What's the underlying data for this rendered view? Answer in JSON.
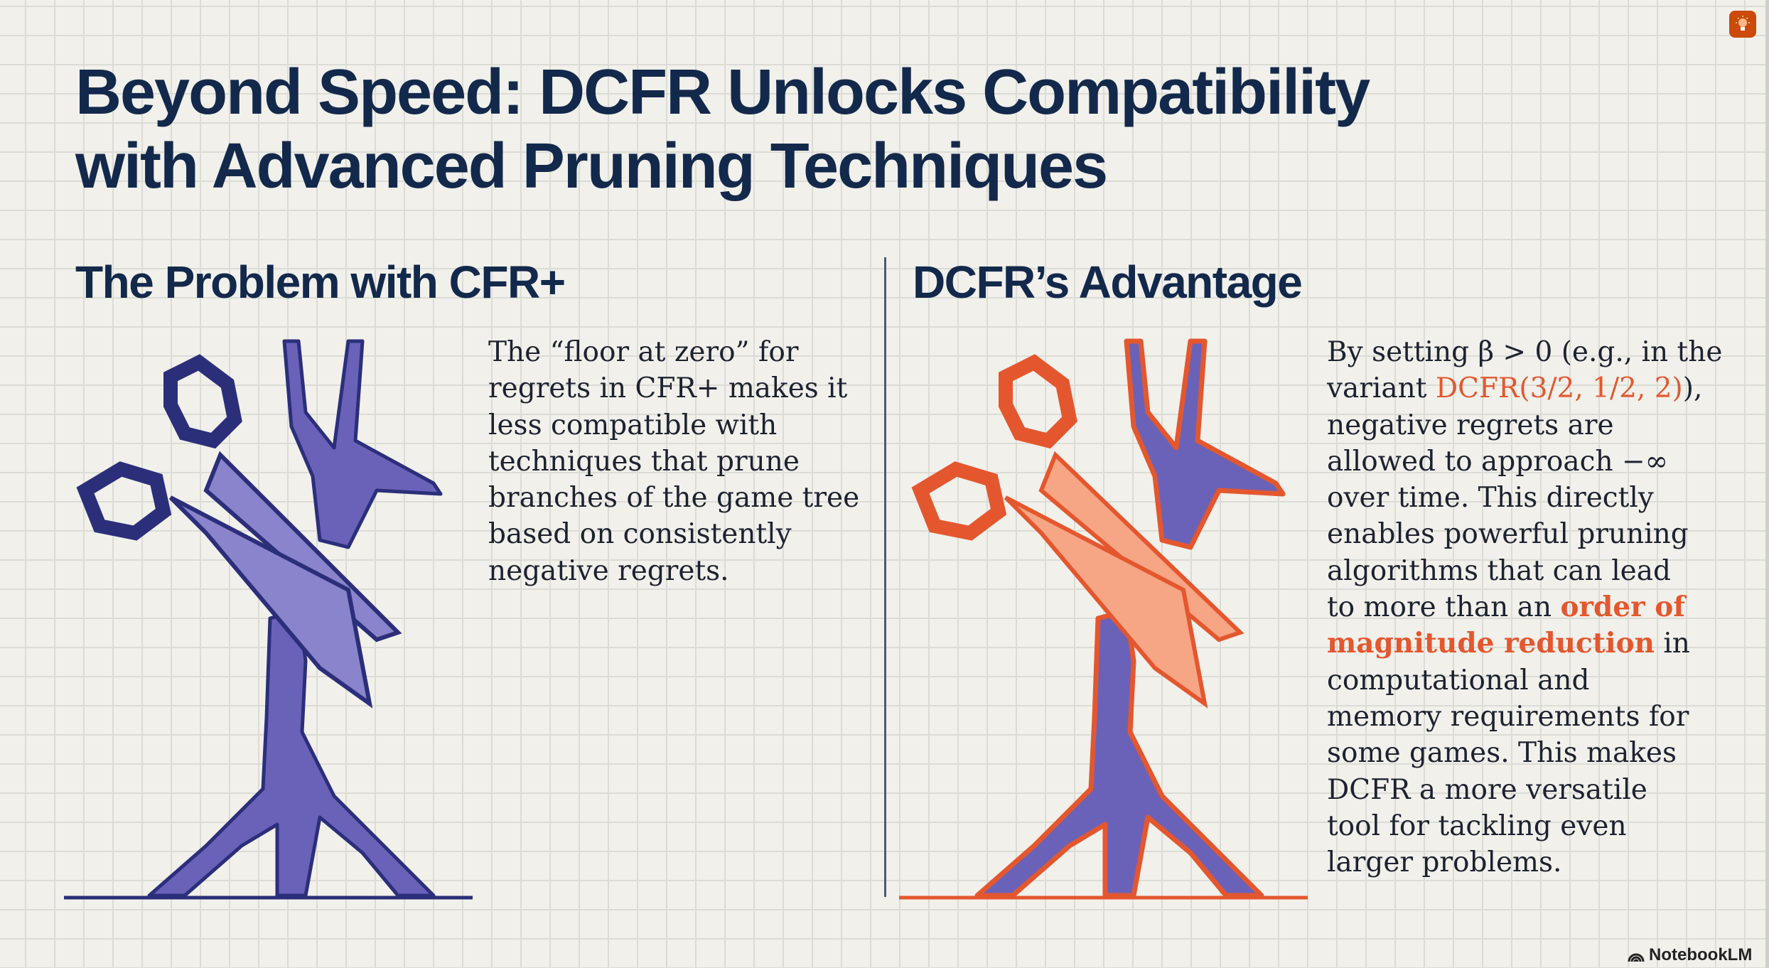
{
  "title": {
    "line1": "Beyond Speed: DCFR Unlocks Compatibility",
    "line2": "with Advanced Pruning Techniques"
  },
  "left": {
    "heading": "The Problem with CFR+",
    "lines": [
      "The “floor at zero” for",
      "regrets in CFR+ makes it",
      "less compatible with",
      "techniques that prune",
      "branches of the game tree",
      "based on consistently",
      "negative regrets."
    ]
  },
  "right": {
    "heading": "DCFR’s Advantage",
    "l1": "By setting β > 0 (e.g., in the",
    "l2a": "variant ",
    "l2b": "DCFR(3/2, 1/2, 2)",
    "l2c": "),",
    "l3": "negative regrets are",
    "l4": "allowed to approach −∞",
    "l5": "over time. This directly",
    "l6": "enables powerful pruning",
    "l7": "algorithms that can lead",
    "l8a": "to more than an ",
    "l8b": "order of",
    "l9a": "magnitude reduction",
    "l9b": " in",
    "l10": "computational and",
    "l11": "memory requirements for",
    "l12": "some games. This makes",
    "l13": "DCFR a more versatile",
    "l14": "tool for tackling even",
    "l15": "larger problems."
  },
  "brand": "NotebookLM",
  "colors": {
    "navy": "#13294b",
    "accent": "#e4572e",
    "tree": "#6a62b8"
  }
}
